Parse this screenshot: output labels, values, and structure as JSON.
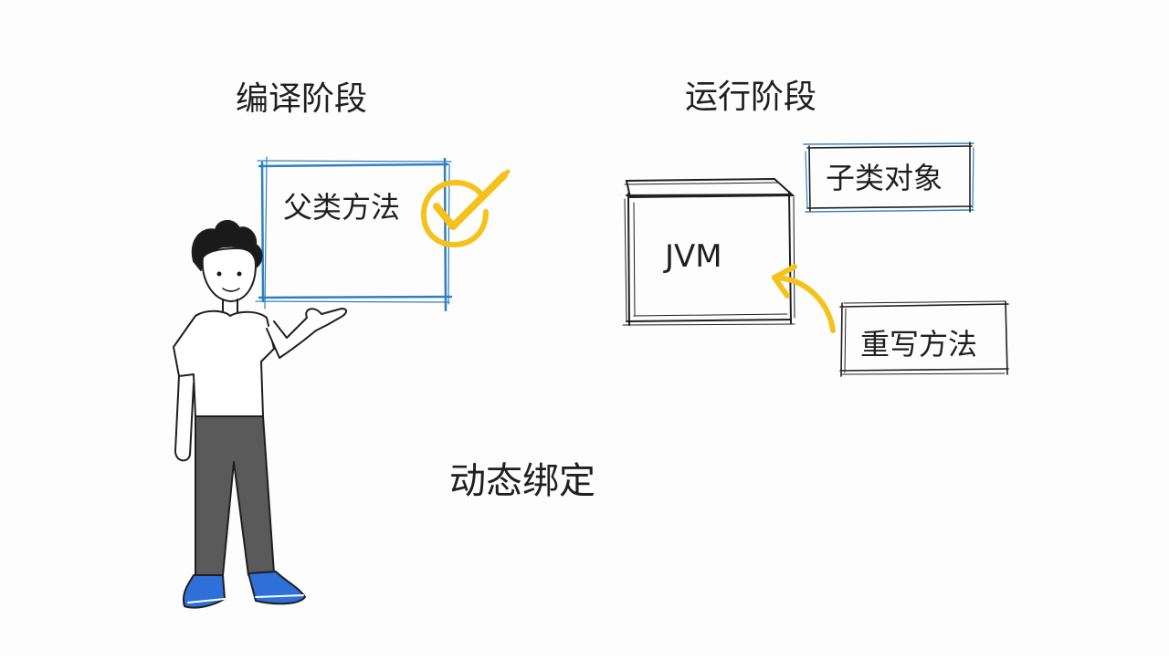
{
  "compile_stage": {
    "heading": "编译阶段",
    "box_label": "父类方法",
    "check_icon": "check-circle-icon"
  },
  "runtime_stage": {
    "heading": "运行阶段",
    "jvm_label": "JVM",
    "subclass_label": "子类对象",
    "override_label": "重写方法"
  },
  "caption": "动态绑定",
  "colors": {
    "ink": "#1f1f1f",
    "blue": "#2f7fc0",
    "yellow": "#f5c21b",
    "shoe_blue": "#2e6fd8",
    "pants": "#5a5a5a"
  }
}
